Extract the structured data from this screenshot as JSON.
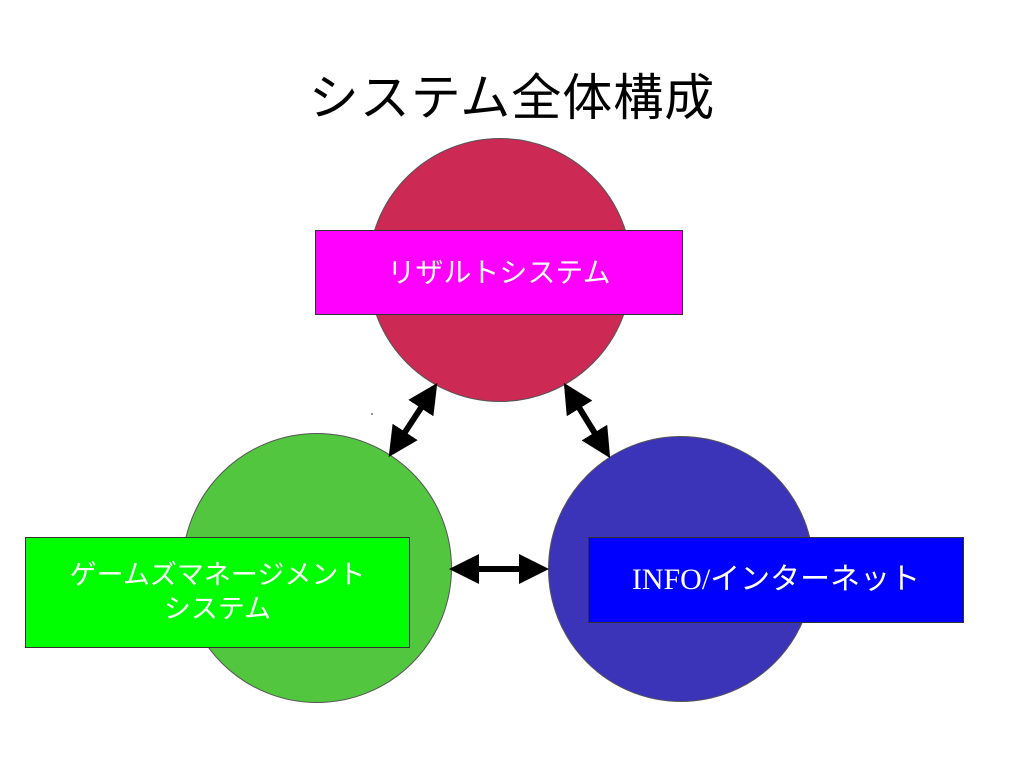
{
  "slide": {
    "title": "システム全体構成"
  },
  "nodes": {
    "result": {
      "label": "リザルトシステム",
      "circle_color": "#cc2a55",
      "box_color": "#ff00ff",
      "text_color": "#ffffff"
    },
    "game_management": {
      "label": "ゲームズマネージメント\nシステム",
      "circle_color": "#52c63f",
      "box_color": "#00ff00",
      "text_color": "#ffffff"
    },
    "info": {
      "label": "INFO/インターネット",
      "circle_color": "#3b34b8",
      "box_color": "#0000ff",
      "text_color": "#ffffff"
    }
  },
  "connections": [
    {
      "from": "result",
      "to": "game_management",
      "direction": "bidirectional"
    },
    {
      "from": "result",
      "to": "info",
      "direction": "bidirectional"
    },
    {
      "from": "game_management",
      "to": "info",
      "direction": "bidirectional"
    }
  ]
}
